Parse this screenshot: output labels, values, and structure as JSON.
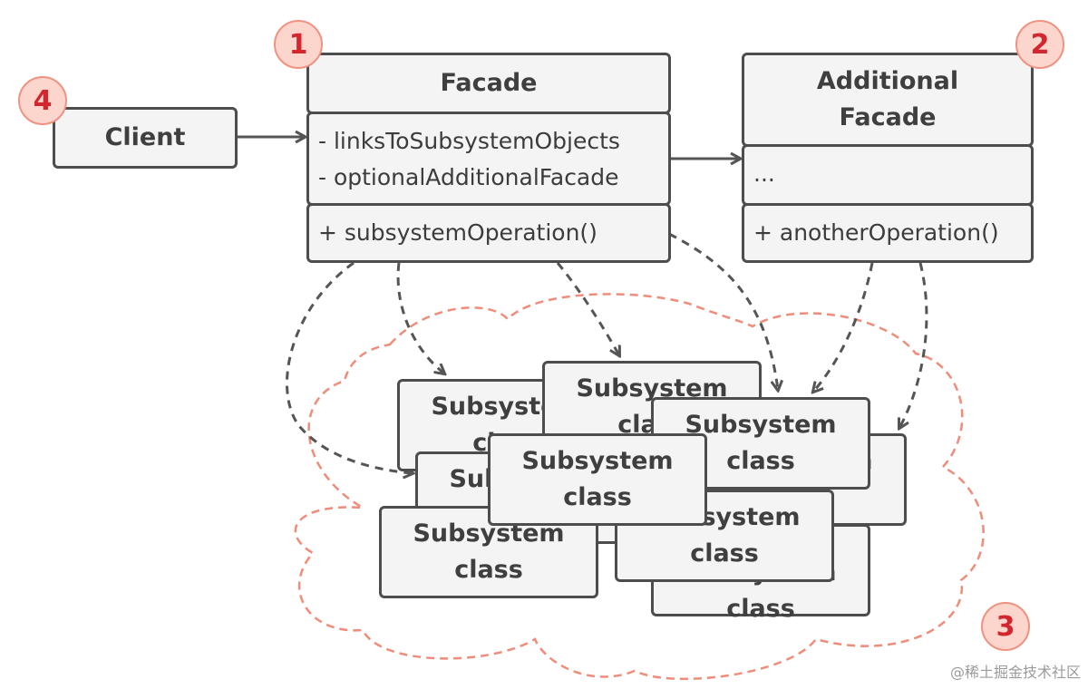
{
  "facade": {
    "title": "Facade",
    "fields": [
      "- linksToSubsystemObjects",
      "- optionalAdditionalFacade"
    ],
    "methods": [
      "+ subsystemOperation()"
    ]
  },
  "additional_facade": {
    "title_lines": [
      "Additional",
      "Facade"
    ],
    "fields": [
      "..."
    ],
    "methods": [
      "+ anotherOperation()"
    ]
  },
  "client": {
    "title": "Client"
  },
  "subsystem": {
    "lines": [
      "Subsystem",
      "class"
    ]
  },
  "badges": {
    "facade": "1",
    "additional_facade": "2",
    "subsystem": "3",
    "client": "4"
  },
  "watermark": "@稀土掘金技术社区",
  "colors": {
    "box_fill": "#f4f4f4",
    "border": "#4d4d4d",
    "cloud": "#ef8c7a",
    "badge_fill": "#fcd6cc",
    "badge_text": "#d3272f"
  }
}
